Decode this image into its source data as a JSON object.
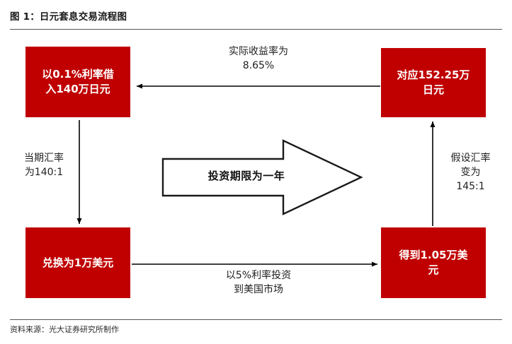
{
  "figure": {
    "title": "图 1：日元套息交易流程图",
    "source": "资料来源：光大证券研究所制作",
    "accent_color": "#C00000",
    "line_color": "#000000"
  },
  "chart_data": {
    "type": "diagram",
    "title": "图 1：日元套息交易流程图",
    "nodes": [
      {
        "id": "borrow-jpy",
        "label": "以0.1%利率借入140万日元",
        "position": "top-left",
        "fill": "#C00000",
        "text_color": "#FFFFFF"
      },
      {
        "id": "repay-jpy",
        "label": "对应152.25万日元",
        "position": "top-right",
        "fill": "#C00000",
        "text_color": "#FFFFFF"
      },
      {
        "id": "convert-usd",
        "label": "兑换为1万美元",
        "position": "bottom-left",
        "fill": "#C00000",
        "text_color": "#FFFFFF"
      },
      {
        "id": "receive-usd",
        "label": "得到1.05万美元",
        "position": "bottom-right",
        "fill": "#C00000",
        "text_color": "#FFFFFF"
      }
    ],
    "edges": [
      {
        "id": "edge-top",
        "from": "repay-jpy",
        "to": "borrow-jpy",
        "direction": "left",
        "label": "实际收益率为\n8.65%"
      },
      {
        "id": "edge-left",
        "from": "borrow-jpy",
        "to": "convert-usd",
        "direction": "down",
        "label": "当期汇率\n为140:1"
      },
      {
        "id": "edge-bottom",
        "from": "convert-usd",
        "to": "receive-usd",
        "direction": "right",
        "label": "以5%利率投资\n到美国市场"
      },
      {
        "id": "edge-right",
        "from": "receive-usd",
        "to": "repay-jpy",
        "direction": "up",
        "label": "假设汇率\n变为\n145:1"
      }
    ],
    "center_banner": {
      "label": "投资期限为一年",
      "shape": "block-arrow-right"
    },
    "values": {
      "borrow_rate": "0.1%",
      "borrow_amount_jpy": "140万日元",
      "spot_rate": "140:1",
      "usd_principal": "1万美元",
      "invest_rate": "5%",
      "usd_proceeds": "1.05万美元",
      "assumed_rate": "145:1",
      "jpy_value": "152.25万日元",
      "net_return": "8.65%",
      "horizon": "一年"
    }
  },
  "boxes": {
    "top_left": {
      "line1": "以0.1%利率借",
      "line2": "入140万日元"
    },
    "top_right": {
      "line1": "对应152.25万",
      "line2": "日元"
    },
    "bottom_left": {
      "line1": "兑换为1万美元"
    },
    "bottom_right": {
      "line1": "得到1.05万美",
      "line2": "元"
    }
  },
  "labels": {
    "top": {
      "line1": "实际收益率为",
      "line2": "8.65%"
    },
    "left": {
      "line1": "当期汇率",
      "line2": "为140:1"
    },
    "right": {
      "line1": "假设汇率",
      "line2": "变为",
      "line3": "145:1"
    },
    "bottom": {
      "line1": "以5%利率投资",
      "line2": "到美国市场"
    },
    "center_arrow": "投资期限为一年"
  }
}
